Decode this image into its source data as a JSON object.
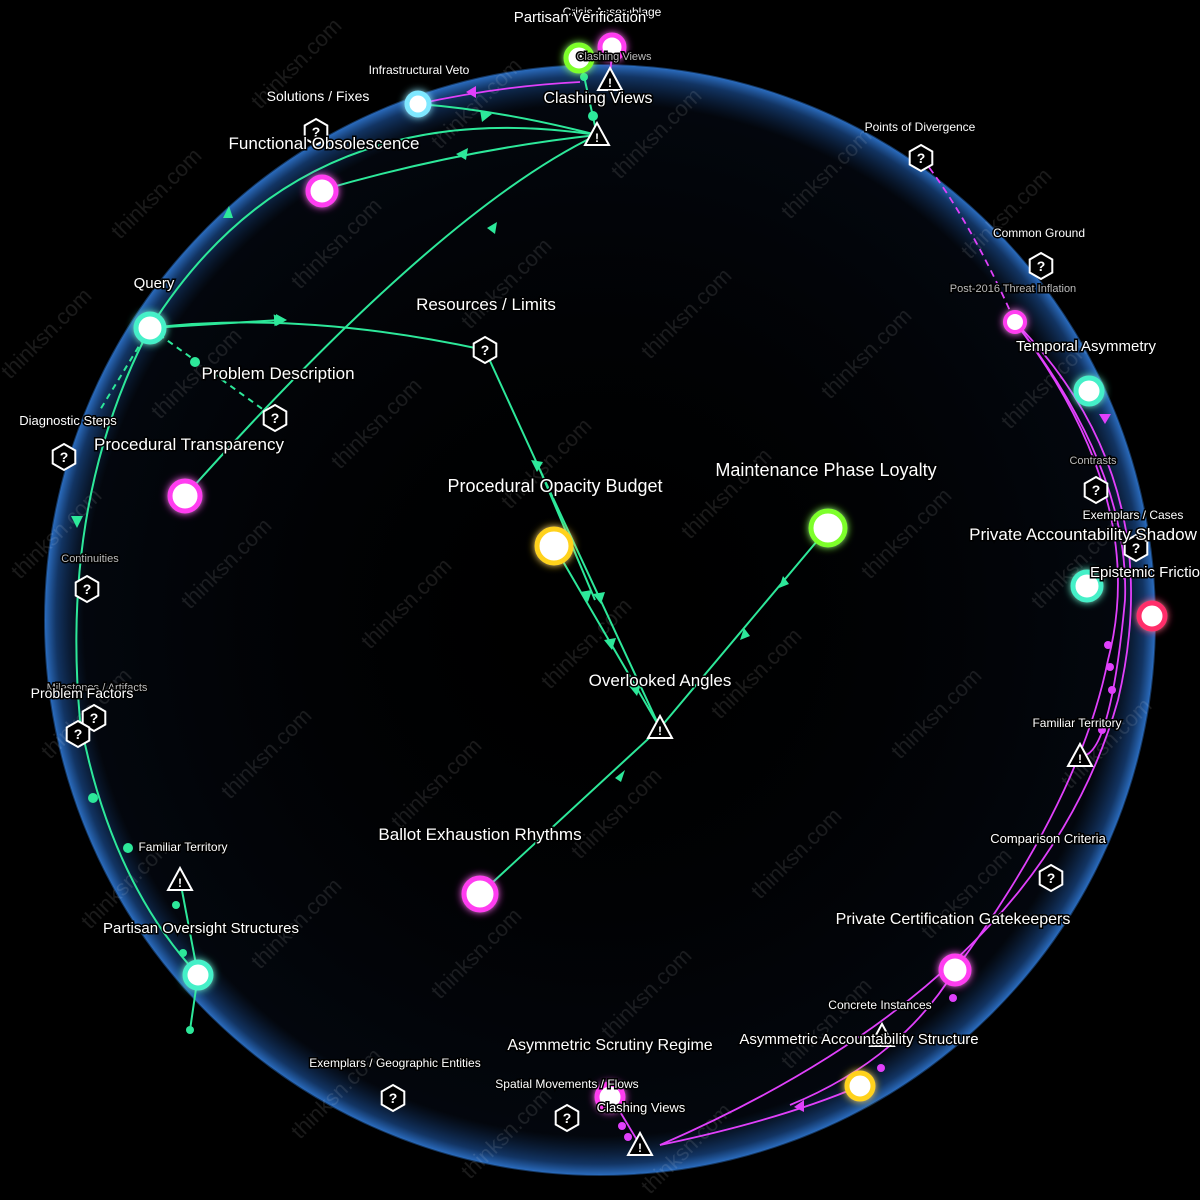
{
  "watermark": "thinksn.com",
  "colors": {
    "background": "#000000",
    "sphere_glow": "#1d4e8f",
    "edge_green": "#2de89a",
    "edge_magenta": "#e040fb",
    "node_magenta": "#ff3df0",
    "node_green": "#7dff2a",
    "node_cyan": "#45f0c8",
    "node_lightblue": "#7fe8ff",
    "node_yellow": "#ffd21f",
    "node_red": "#ff2f6a"
  },
  "nodes": {
    "partisan_verification": "Partisan Verification",
    "crisis_assemblage": "Crisis Assemblage",
    "clashing_views_top_small": "Clashing Views",
    "infrastructural_veto": "Infrastructural Veto",
    "clashing_views_top": "Clashing Views",
    "solutions_fixes": "Solutions / Fixes",
    "functional_obsolescence": "Functional Obsolescence",
    "points_of_divergence": "Points of Divergence",
    "common_ground": "Common Ground",
    "post_2016_threat_inflation": "Post-2016 Threat Inflation",
    "temporal_asymmetry": "Temporal Asymmetry",
    "query": "Query",
    "resources_limits": "Resources / Limits",
    "problem_description": "Problem Description",
    "diagnostic_steps": "Diagnostic Steps",
    "procedural_transparency": "Procedural Transparency",
    "procedural_opacity_budget": "Procedural Opacity Budget",
    "maintenance_phase_loyalty": "Maintenance Phase Loyalty",
    "contrasts": "Contrasts",
    "exemplars_cases": "Exemplars / Cases",
    "private_accountability_shadow": "Private Accountability Shadow",
    "epistemic_friction": "Epistemic Friction",
    "continuities": "Continuities",
    "milestones_artifacts": "Milestones / Artifacts",
    "problem_factors": "Problem Factors",
    "overlooked_angles": "Overlooked Angles",
    "familiar_territory_right": "Familiar Territory",
    "ballot_exhaustion_rhythms": "Ballot Exhaustion Rhythms",
    "familiar_territory_left": "Familiar Territory",
    "comparison_criteria": "Comparison Criteria",
    "partisan_oversight_structures": "Partisan Oversight Structures",
    "private_certification_gatekeepers": "Private Certification Gatekeepers",
    "concrete_instances": "Concrete Instances",
    "asymmetric_accountability_structure": "Asymmetric Accountability Structure",
    "asymmetric_scrutiny_regime": "Asymmetric Scrutiny Regime",
    "exemplars_geographic_entities": "Exemplars / Geographic Entities",
    "spatial_movements_flows": "Spatial Movements / Flows",
    "clashing_views_bottom": "Clashing Views"
  },
  "icons": {
    "hexagon_question": "hexagon-question-icon",
    "triangle_warning": "warning-triangle-icon"
  }
}
